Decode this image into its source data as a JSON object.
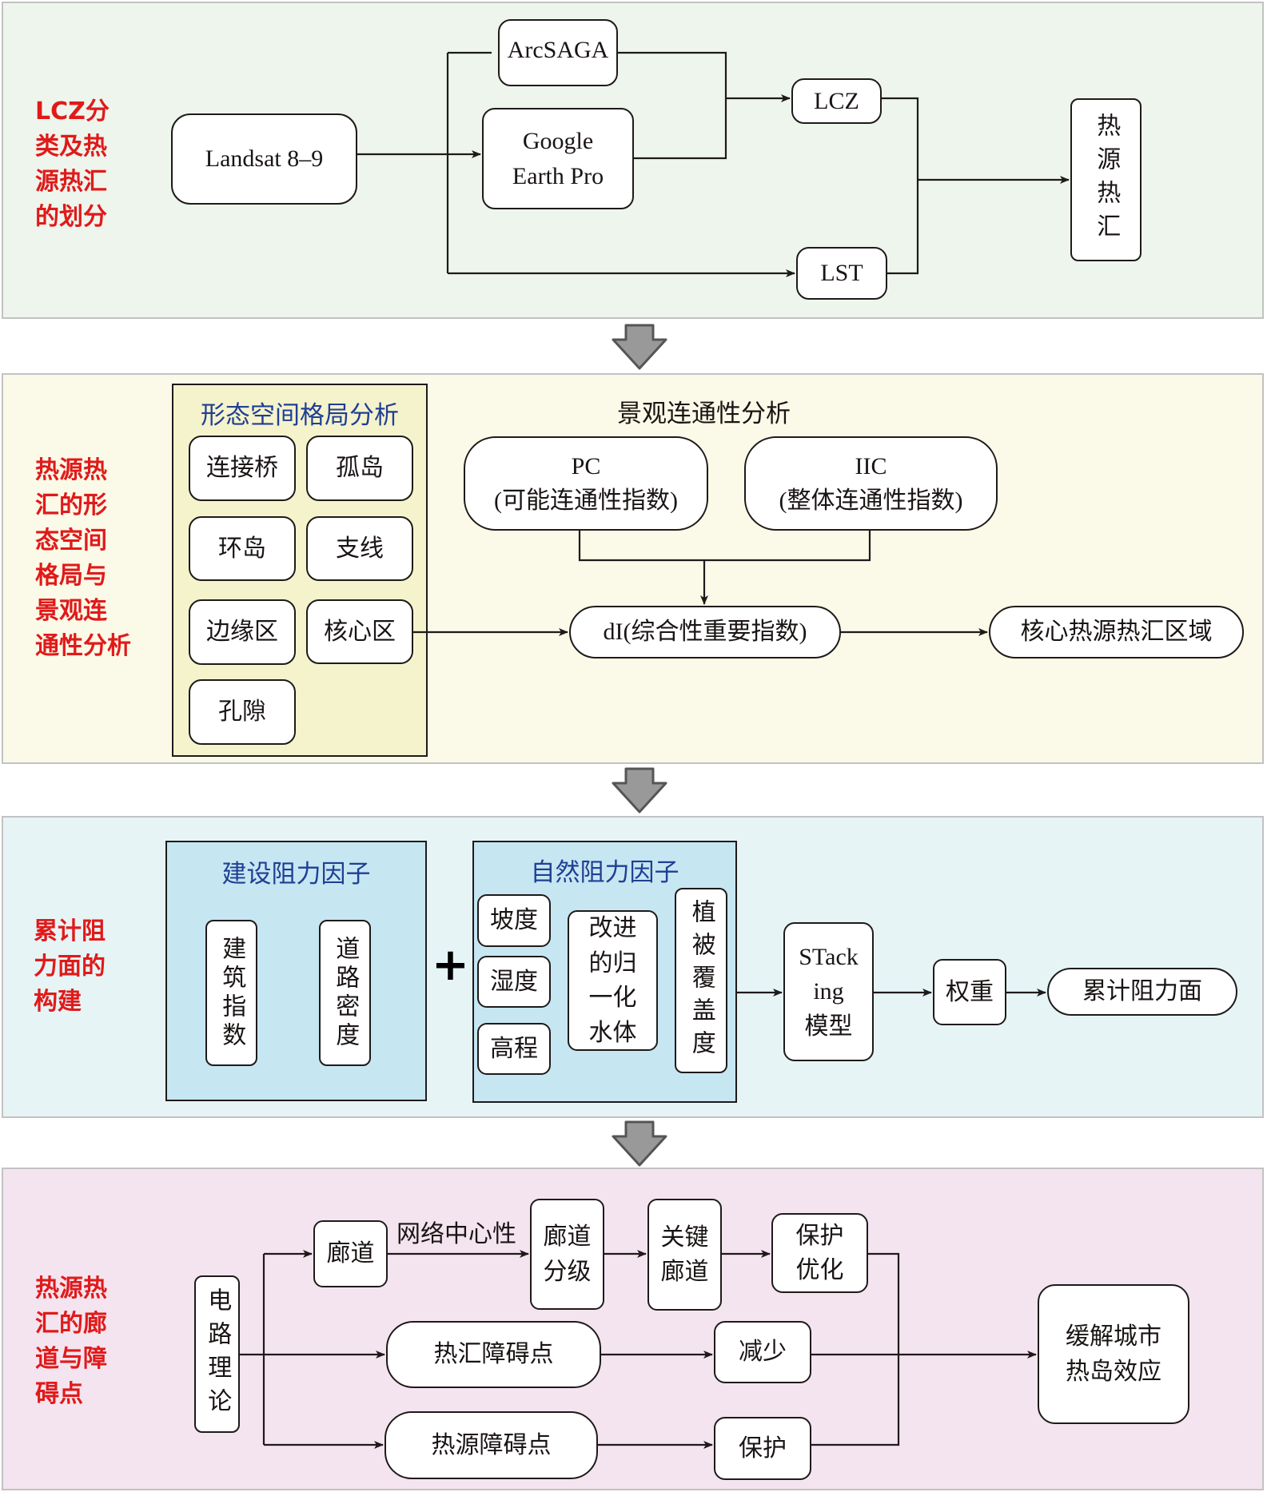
{
  "colors": {
    "panel1_bg": "#eef5ec",
    "panel2_bg": "#fbf9e7",
    "panel3_bg": "#e6f4f6",
    "panel4_bg": "#f4e4ef",
    "inner_yellow": "#f5f3cc",
    "inner_blue": "#c6e6f2",
    "section_label": "#e01a1a",
    "subpanel_title": "#1f3f94",
    "flow_arrow_fill": "#999999",
    "flow_arrow_stroke": "#555555"
  },
  "sections": [
    {
      "label": "LCZ分类及热源热汇的划分",
      "label_lines": [
        "LCZ分",
        "类及热",
        "源热汇",
        "的划分"
      ],
      "nodes": {
        "landsat": "Landsat 8–9",
        "arcsaga": "ArcSAGA",
        "google_earth": [
          "Google",
          "Earth Pro"
        ],
        "lcz": "LCZ",
        "lst": "LST",
        "heat_source_sink": "热源热汇"
      }
    },
    {
      "label": "热源热汇的形态空间格局与景观连通性分析",
      "label_lines": [
        "热源热",
        "汇的形",
        "态空间",
        "格局与",
        "景观连",
        "通性分析"
      ],
      "mspa": {
        "title": "形态空间格局分析",
        "items": [
          "连接桥",
          "孤岛",
          "环岛",
          "支线",
          "边缘区",
          "核心区",
          "孔隙"
        ]
      },
      "connectivity": {
        "title": "景观连通性分析",
        "pc": [
          "PC",
          "(可能连通性指数)"
        ],
        "iic": [
          "IIC",
          "(整体连通性指数)"
        ],
        "di": "dI(综合性重要指数)",
        "result": "核心热源热汇区域"
      }
    },
    {
      "label": "累计阻力面的构建",
      "label_lines": [
        "累计阻",
        "力面的",
        "构建"
      ],
      "construction": {
        "title": "建设阻力因子",
        "items": [
          "建筑指数",
          "道路密度"
        ]
      },
      "plus": "+",
      "natural": {
        "title": "自然阻力因子",
        "items": [
          "坡度",
          "湿度",
          "高程"
        ],
        "ndwi": [
          "改进",
          "的归",
          "一化",
          "水体"
        ],
        "vegetation": "植被覆盖度"
      },
      "stacking": [
        "STack",
        "ing",
        "模型"
      ],
      "weight": "权重",
      "result": "累计阻力面"
    },
    {
      "label": "热源热汇的廊道与障碍点",
      "label_lines": [
        "热源热",
        "汇的廊",
        "道与障",
        "碍点"
      ],
      "circuit_theory": "电路理论",
      "corridor": "廊道",
      "edge_label": "网络中心性",
      "corridor_grading": [
        "廊道",
        "分级"
      ],
      "key_corridor": [
        "关键",
        "廊道"
      ],
      "protect_optimize": [
        "保护",
        "优化"
      ],
      "sink_barrier": "热汇障碍点",
      "reduce": "减少",
      "source_barrier": "热源障碍点",
      "protect": "保护",
      "goal": [
        "缓解城市",
        "热岛效应"
      ]
    }
  ]
}
